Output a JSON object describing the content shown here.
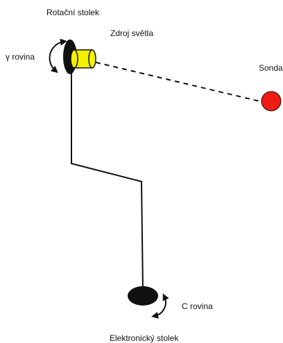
{
  "labels": {
    "rotacni_stolek": "Rotační stolek",
    "zdroj_svetla": "Zdroj světla",
    "gamma_rovina": "γ rovina",
    "sonda": "Sonda",
    "c_rovina": "C rovina",
    "elektronicky_stolek": "Elektronický stolek"
  },
  "colors": {
    "light_source": "#f4f000",
    "probe": "#ee1c14",
    "line": "#111111"
  }
}
